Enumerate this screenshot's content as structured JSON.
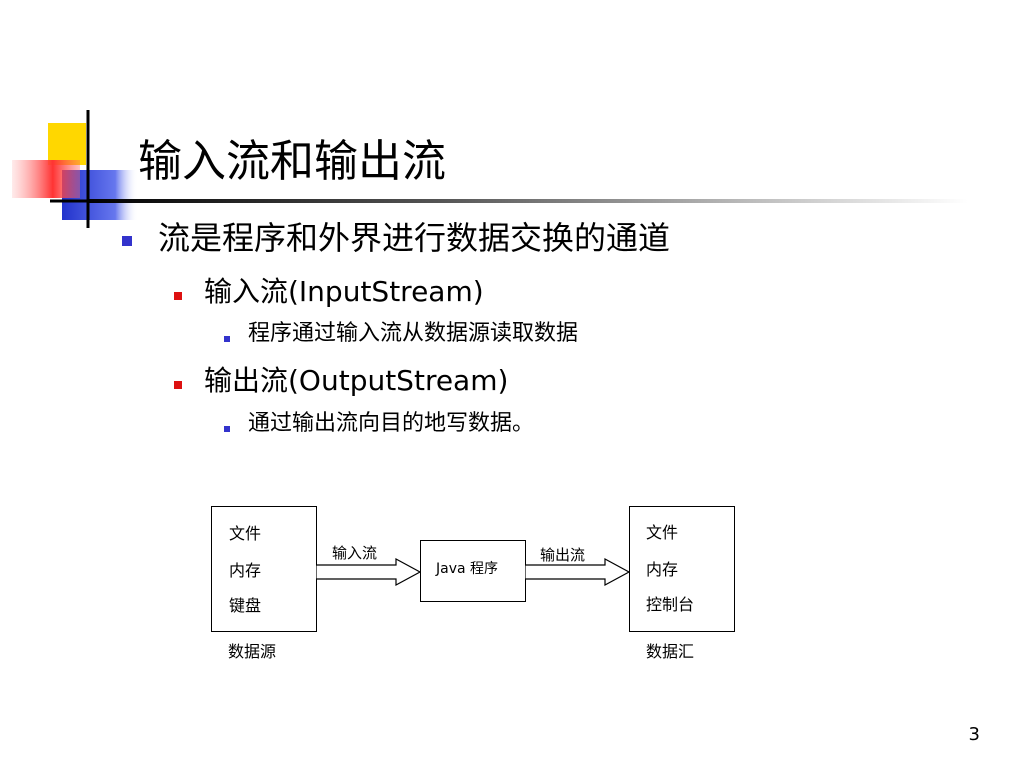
{
  "slide": {
    "title": "输入流和输出流",
    "page_number": "3"
  },
  "content": {
    "level1": "流是程序和外界进行数据交换的通道",
    "input_stream": {
      "heading": "输入流(InputStream)",
      "detail": "程序通过输入流从数据源读取数据"
    },
    "output_stream": {
      "heading": "输出流(OutputStream)",
      "detail": "通过输出流向目的地写数据。"
    }
  },
  "diagram": {
    "source": {
      "items": [
        "文件",
        "内存",
        "键盘"
      ],
      "caption": "数据源"
    },
    "input_arrow_label": "输入流",
    "program_label": "Java 程序",
    "output_arrow_label": "输出流",
    "sink": {
      "items": [
        "文件",
        "内存",
        "控制台"
      ],
      "caption": "数据汇"
    }
  },
  "colors": {
    "bullet_blue": "#3333cc",
    "bullet_red": "#dd1111",
    "deco_yellow": "#ffd700",
    "deco_blue": "#3344cc",
    "deco_red": "#ff4444"
  }
}
